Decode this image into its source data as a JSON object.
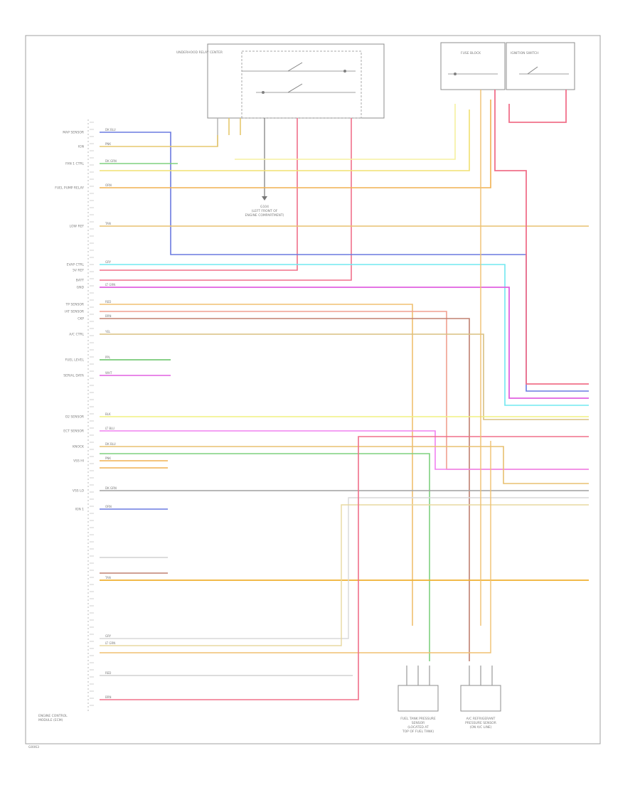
{
  "colors": {
    "frame": "#9a9a9a",
    "text": "#7a7a7a",
    "component": "#8c8c8c"
  },
  "components": {
    "ecm": {
      "label_1": "ENGINE CONTROL",
      "label_2": "MODULE (ECM)"
    },
    "fuse_block": {
      "label": "FUSE BLOCK"
    },
    "relay_center": {
      "label": "UNDERHOOD RELAY CENTER"
    },
    "switch_box": {
      "label": "IGNITION SWITCH"
    },
    "fuel_tank_sensor": {
      "label_1": "FUEL TANK PRESSURE",
      "label_2": "SENSOR",
      "label_3": "(LOCATED AT",
      "label_4": "TOP OF FUEL TANK)"
    },
    "ac_sensor": {
      "label_1": "A/C REFRIGERANT",
      "label_2": "PRESSURE SENSOR",
      "label_3": "(ON A/C LINE)"
    },
    "ground": {
      "label_1": "G104",
      "label_2": "(LEFT FRONT OF",
      "label_3": "ENGINE COMPARTMENT)"
    }
  },
  "pin_labels": [
    "MAP SENSOR",
    "IGN",
    "FAN 1 CTRL",
    "FUEL PUMP RELAY",
    "LOW REF",
    "EVAP CTRL",
    "5V REF",
    "BATT",
    "GND",
    "TP SENSOR",
    "IAT SENSOR",
    "CKP",
    "A/C CTRL",
    "FUEL LEVEL",
    "SERIAL DATA",
    "O2 SENSOR",
    "ECT SENSOR",
    "KNOCK",
    "VSS HI",
    "VSS LO",
    "IGN 1"
  ],
  "wire_colors": [
    "DK BLU",
    "PNK",
    "DK GRN",
    "ORN",
    "TAN",
    "GRY",
    "LT GRN",
    "RED",
    "BRN",
    "YEL",
    "PPL",
    "WHT",
    "BLK",
    "LT BLU"
  ],
  "footer": {
    "code": "G0063"
  }
}
